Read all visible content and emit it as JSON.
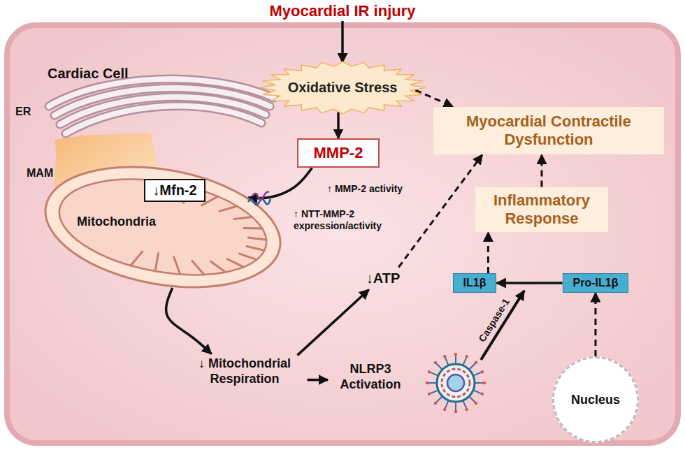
{
  "diagram": {
    "nodes": [
      {
        "text": [
          "Myocardial IR injury"
        ]
      },
      {
        "text": [
          "Cardiac Cell"
        ]
      },
      {
        "text": [
          "Oxidative Stress"
        ],
        "in": 1
      },
      {
        "text": [
          "Myocardial Contractile Dysfunction"
        ],
        "in": 1
      },
      {
        "text": [
          "MMP-2"
        ],
        "in": 1
      },
      {
        "text": [
          "Mitochondria"
        ],
        "in": 1
      },
      {
        "text": [
          "↓Mfn-2"
        ],
        "in": 1
      },
      {
        "text": [
          "Inflammatory Response"
        ],
        "in": 1
      },
      {
        "text": [
          "↓ATP"
        ],
        "in": 1
      },
      {
        "text": [
          "IL1β"
        ],
        "in": 1
      },
      {
        "text": [
          "Pro-IL1β"
        ],
        "in": 1
      },
      {
        "text": [
          "↓ Mitochondrial Respiration"
        ],
        "in": 1
      },
      {
        "text": [
          "NLRP3 Activation"
        ],
        "in": 1
      },
      {
        "text": [
          "Nucleus"
        ],
        "in": 1
      }
    ],
    "edges": [
      {
        "from": 0,
        "to": 2,
        "arrow": "to"
      },
      {
        "from": 2,
        "to": 3,
        "arrow": "to"
      },
      {
        "from": 2,
        "to": 4,
        "arrow": "to"
      },
      {
        "from": 4,
        "to": 5,
        "arrow": "to"
      },
      {
        "from": 5,
        "to": 11,
        "arrow": "to"
      },
      {
        "from": 11,
        "to": 8,
        "arrow": "to"
      },
      {
        "from": 11,
        "to": 12,
        "arrow": "to"
      },
      {
        "from": 8,
        "to": 3,
        "arrow": "to"
      },
      {
        "from": 7,
        "to": 3,
        "arrow": "to"
      },
      {
        "from": 10,
        "to": 9,
        "arrow": "to"
      },
      {
        "from": 9,
        "to": 7,
        "arrow": "to"
      },
      {
        "from": 13,
        "to": 10,
        "arrow": "to"
      }
    ],
    "labels": [
      "ER",
      "MAM",
      "↑ MMP-2 activity",
      "↑ NTT-MMP-2 expression/activity",
      "Caspase-1"
    ]
  }
}
